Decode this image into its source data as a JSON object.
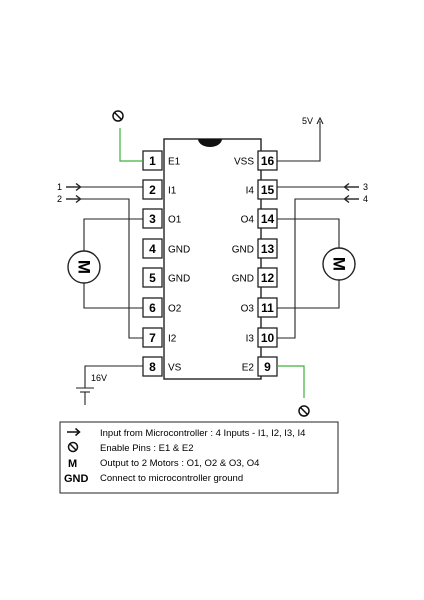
{
  "ic": {
    "left_pins": [
      {
        "num": "1",
        "label": "E1"
      },
      {
        "num": "2",
        "label": "I1"
      },
      {
        "num": "3",
        "label": "O1"
      },
      {
        "num": "4",
        "label": "GND"
      },
      {
        "num": "5",
        "label": "GND"
      },
      {
        "num": "6",
        "label": "O2"
      },
      {
        "num": "7",
        "label": "I2"
      },
      {
        "num": "8",
        "label": "VS"
      }
    ],
    "right_pins": [
      {
        "num": "16",
        "label": "VSS"
      },
      {
        "num": "15",
        "label": "I4"
      },
      {
        "num": "14",
        "label": "O4"
      },
      {
        "num": "13",
        "label": "GND"
      },
      {
        "num": "12",
        "label": "GND"
      },
      {
        "num": "11",
        "label": "O3"
      },
      {
        "num": "10",
        "label": "I3"
      },
      {
        "num": "9",
        "label": "E2"
      }
    ]
  },
  "external": {
    "supply_5v": "5V",
    "supply_16v": "16V",
    "input_1": "1",
    "input_2": "2",
    "input_3": "3",
    "input_4": "4",
    "motor_left": "M",
    "motor_right": "M"
  },
  "legend": [
    {
      "key": "→",
      "text": "Input from Microcontroller : 4 Inputs - I1, I2, I3, I4"
    },
    {
      "key": "⊘",
      "text": "Enable Pins : E1 & E2"
    },
    {
      "key": "M",
      "text": "Output to 2 Motors : O1, O2 & O3, O4"
    },
    {
      "key": "GND",
      "text": "Connect to microcontroller ground"
    }
  ],
  "colors": {
    "enable_wire": "#3db33d",
    "line": "#222222"
  }
}
